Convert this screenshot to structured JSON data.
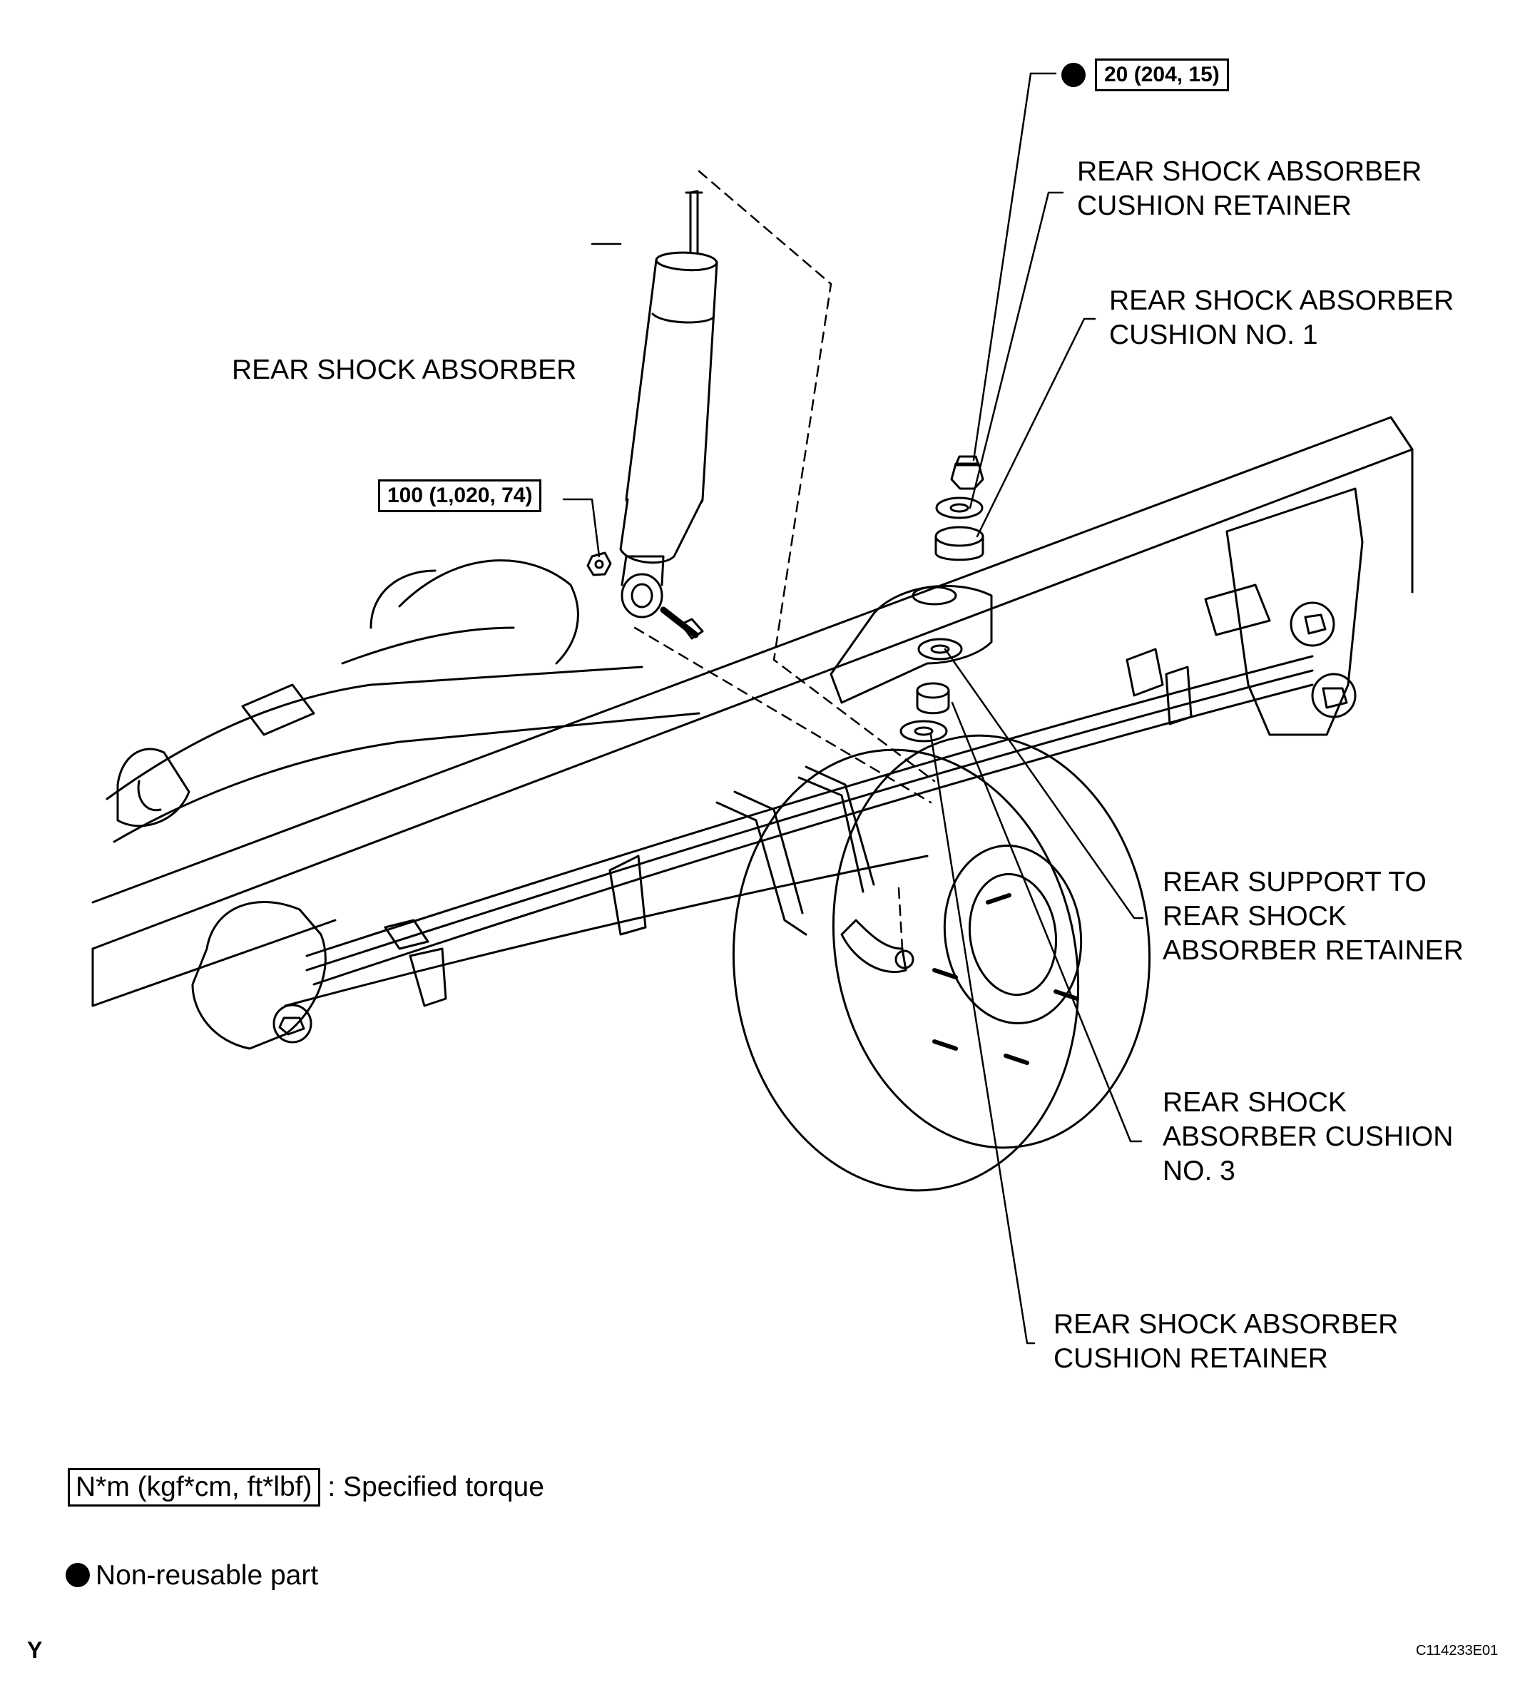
{
  "labels": {
    "rear_shock_absorber": "REAR SHOCK ABSORBER",
    "cushion_retainer_top": [
      "REAR SHOCK ABSORBER",
      "CUSHION RETAINER"
    ],
    "cushion_no1": [
      "REAR SHOCK ABSORBER",
      "CUSHION NO. 1"
    ],
    "support_retainer": [
      "REAR SUPPORT TO",
      "REAR SHOCK",
      "ABSORBER RETAINER"
    ],
    "cushion_no3": [
      "REAR SHOCK",
      "ABSORBER CUSHION",
      "NO. 3"
    ],
    "cushion_retainer_bottom": [
      "REAR SHOCK ABSORBER",
      "CUSHION RETAINER"
    ]
  },
  "torques": {
    "upper_nut": "20 (204, 15)",
    "lower_bolt": "100 (1,020, 74)"
  },
  "legend": {
    "torque_box": "N*m (kgf*cm, ft*lbf)",
    "torque_text": ": Specified torque",
    "nonreusable_text": "Non-reusable part"
  },
  "figure_code": "C114233E01",
  "corner_mark": "Y"
}
